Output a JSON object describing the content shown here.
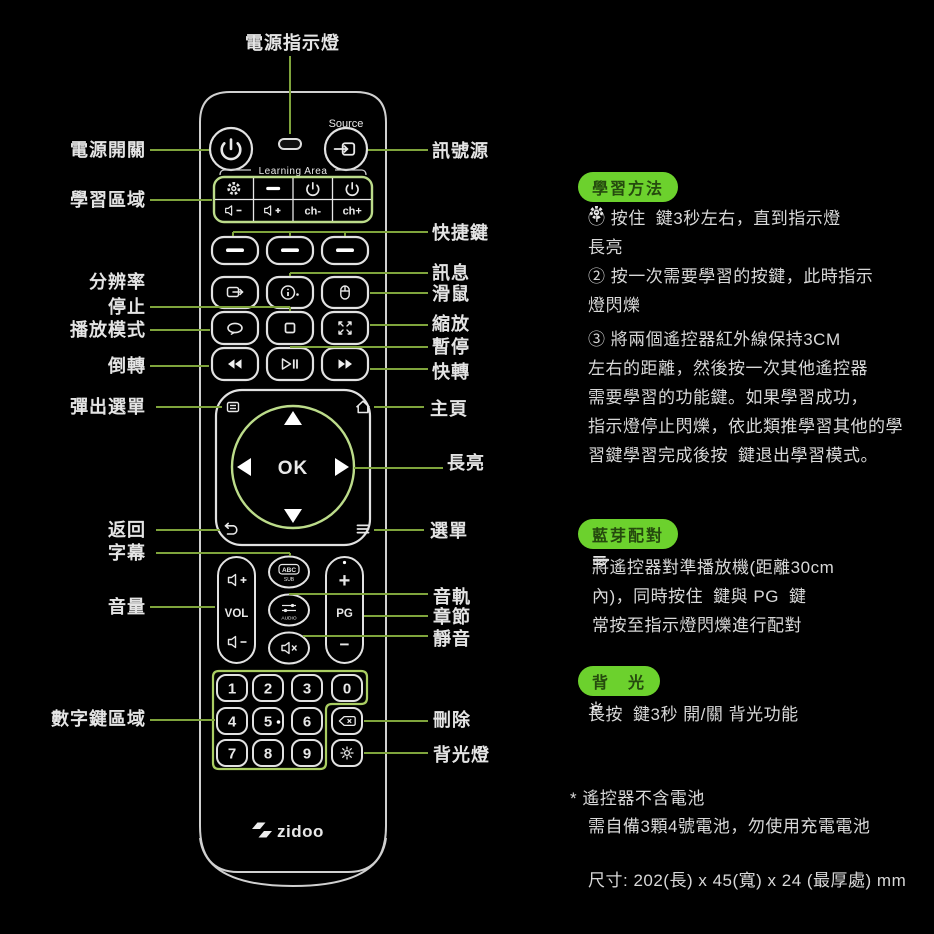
{
  "palette": {
    "background": "#000000",
    "accent_green": "#6cd12d",
    "leader_line_olive": "#7fa43c",
    "highlight_green_border": "#bcdc8a",
    "numpad_green_border": "#aace62",
    "outline_white": "#d8d8d8",
    "label_text": "#e4e4e4"
  },
  "icons": {
    "gear-icon": "gear/settings glyph",
    "power-icon": "power symbol (circle + bar)",
    "source-icon": "arrow into display",
    "speaker-minus-icon": "speaker with minus",
    "speaker-plus-icon": "speaker with plus",
    "minus-bar-icon": "horizontal bar",
    "resolution-icon": "display with right arrow",
    "info-icon": "circled i with dot",
    "mouse-icon": "mouse outline",
    "loop-icon": "oval repeat loop",
    "stop-icon": "square",
    "zoom-icon": "four diagonal expand arrows",
    "rewind-icon": "double left triangles",
    "play-pause-icon": "triangle with double bars",
    "fast-forward-icon": "double right triangles",
    "popup-menu-icon": "list box",
    "home-icon": "house outline",
    "back-icon": "u-turn arrow",
    "menu-icon": "three horizontal lines",
    "mute-icon": "speaker with x",
    "delete-icon": "backspace with x",
    "backlight-icon": "sun with rays",
    "led-icon": "indicator pill"
  },
  "remote": {
    "brand": "zidoo",
    "source_label": "Source",
    "learning_area_label": "Learning Area",
    "ch_minus": "ch-",
    "ch_plus": "ch+",
    "ok": "OK",
    "vol": "VOL",
    "pg": "PG",
    "pg_plus": "+",
    "pg_minus": "−",
    "abc": "ABC",
    "sub": "SUB",
    "audio": "AUDIO",
    "digits": [
      "1",
      "2",
      "3",
      "0",
      "4",
      "5",
      "6",
      "7",
      "8",
      "9"
    ]
  },
  "callouts": {
    "power_indicator": "電源指示燈",
    "power_switch": "電源開關",
    "learning_zone": "學習區域",
    "resolution": "分辨率",
    "stop": "停止",
    "play_mode": "播放模式",
    "rewind": "倒轉",
    "popup_menu": "彈出選單",
    "back": "返回",
    "subtitle": "字幕",
    "volume": "音量",
    "numpad": "數字鍵區域",
    "source": "訊號源",
    "shortcut": "快捷鍵",
    "info": "訊息",
    "mouse": "滑鼠",
    "zoom": "縮放",
    "pause": "暫停",
    "fast_forward": "快轉",
    "home": "主頁",
    "long_bright": "長亮",
    "menu": "選單",
    "audio_track": "音軌",
    "chapter": "章節",
    "mute": "靜音",
    "delete": "刪除",
    "backlight": "背光燈"
  },
  "sections": {
    "learn": {
      "badge": "學習方法",
      "l1a": "① 按住",
      "l1b": "鍵3秒左右，直到指示燈",
      "l2": "長亮",
      "l3": "② 按一次需要學習的按鍵，此時指示",
      "l4": "燈閃爍",
      "l5": "③ 將兩個遙控器紅外線保持3CM",
      "l6": "左右的距離，然後按一次其他遙控器",
      "l7": "需要學習的功能鍵。如果學習成功，",
      "l8": "指示燈停止閃爍，依此類推學習其他的學",
      "l9a": "習鍵學習完成後按",
      "l9b": "鍵退出學習模式。"
    },
    "bluetooth": {
      "badge": "藍芽配對",
      "l1": "將遙控器對準播放機(距離30cm",
      "l2a": "內)，同時按住",
      "l2b": "鍵與 PG",
      "l2c": "鍵",
      "l3": "常按至指示燈閃爍進行配對"
    },
    "backlight": {
      "badge": "背　光",
      "l1a": "長按",
      "l1b": "鍵3秒 開/關 背光功能"
    },
    "footnote": {
      "l1": "* 遙控器不含電池",
      "l2": "需自備3顆4號電池，勿使用充電電池",
      "size": "尺寸: 202(長) x 45(寬) x 24 (最厚處) mm"
    }
  }
}
